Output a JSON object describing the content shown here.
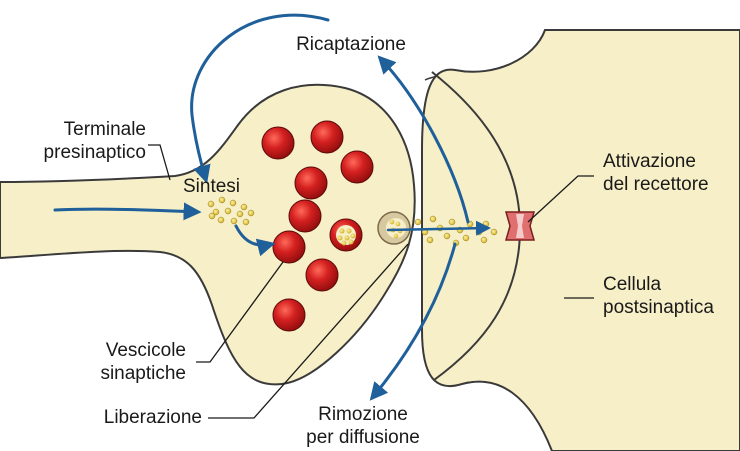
{
  "labels": {
    "ricaptazione": "Ricaptazione",
    "terminale_line1": "Terminale",
    "terminale_line2": "presinaptico",
    "sintesi": "Sintesi",
    "attivazione_line1": "Attivazione",
    "attivazione_line2": "del recettore",
    "cellula_line1": "Cellula",
    "cellula_line2": "postsinaptica",
    "vescicole_line1": "Vescicole",
    "vescicole_line2": "sinaptiche",
    "liberazione": "Liberazione",
    "rimozione_line1": "Rimozione",
    "rimozione_line2": "per diffusione"
  },
  "colors": {
    "cell_fill": "#f6efc7",
    "cell_outline": "#3a3a3a",
    "vesicle": "#d42020",
    "neurotransmitter": "#e8c832",
    "arrow": "#1f5f9a",
    "receptor": "#d9534f"
  }
}
